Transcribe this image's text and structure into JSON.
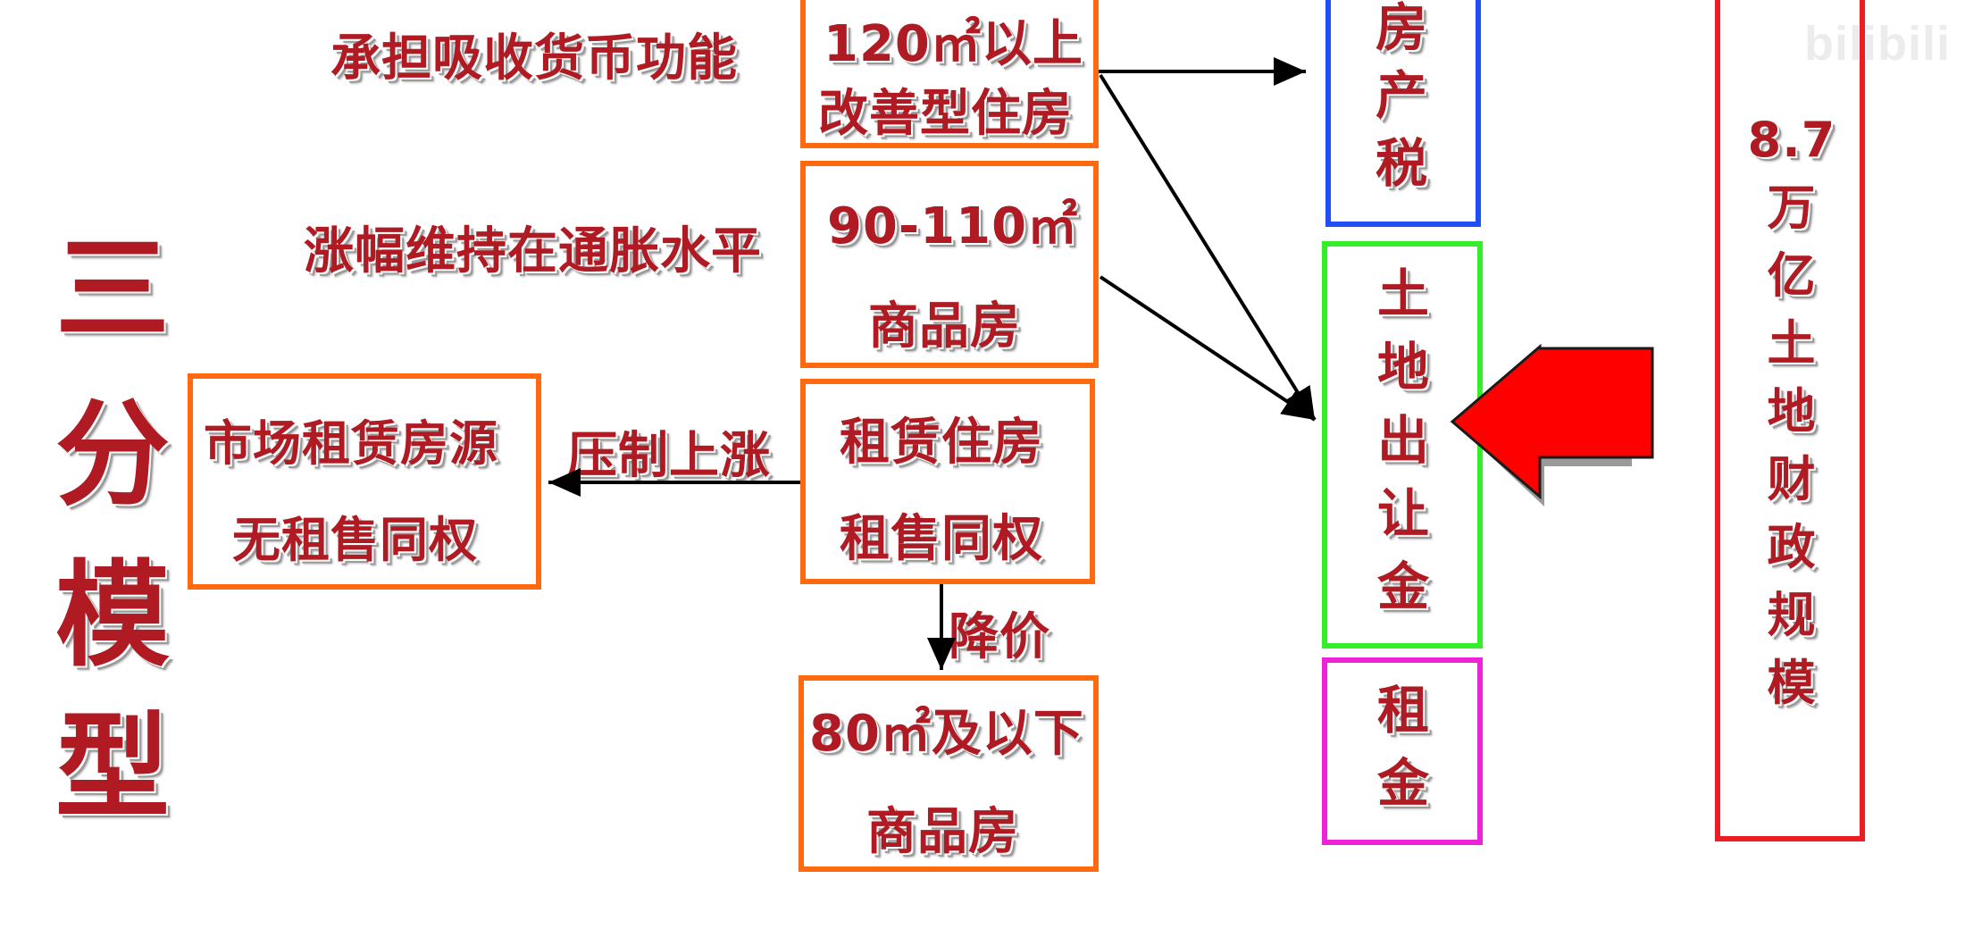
{
  "title_chars": [
    "三",
    "分",
    "模",
    "型"
  ],
  "left_labels": {
    "absorb": "承担吸收货币功能",
    "inflation": "涨幅维持在通胀水平",
    "suppress": "压制上涨",
    "price_cut": "降价"
  },
  "market_box": {
    "line1": "市场租赁房源",
    "line2": "无租售同权"
  },
  "center_boxes": {
    "improve": {
      "line1": "120㎡以上",
      "line2": "改善型住房"
    },
    "commercial": {
      "line1": "90-110㎡",
      "line2": "商品房"
    },
    "rental": {
      "line1": "租赁住房",
      "line2": "租售同权"
    },
    "small": {
      "line1": "80㎡及以下",
      "line2": "商品房"
    }
  },
  "right_boxes": {
    "property_tax": [
      "房",
      "产",
      "税"
    ],
    "land_transfer": [
      "土",
      "地",
      "出",
      "让",
      "金"
    ],
    "rent": [
      "租",
      "金"
    ]
  },
  "fiscal_box": [
    "8.7",
    "万",
    "亿",
    "土",
    "地",
    "财",
    "政",
    "规",
    "模"
  ],
  "watermark": "bilibili",
  "colors": {
    "text": "#b01a22",
    "orange_border": "#ff6a10",
    "blue_border": "#1f4ff2",
    "green_border": "#34ee2a",
    "magenta_border": "#ee22d8",
    "red_border": "#ee1c24",
    "big_arrow": "#ff0000"
  }
}
